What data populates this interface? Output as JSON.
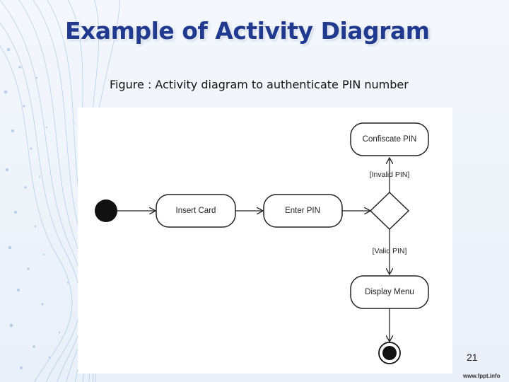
{
  "slide": {
    "title": "Example of Activity Diagram",
    "caption": "Figure : Activity diagram to authenticate PIN number",
    "page_number": "21",
    "footer_url": "www.fppt.info"
  },
  "diagram": {
    "nodes": {
      "insert_card": "Insert Card",
      "enter_pin": "Enter PIN",
      "confiscate_pin": "Confiscate PIN",
      "display_menu": "Display Menu"
    },
    "guards": {
      "invalid": "[Invalid PIN]",
      "valid": "[Valid PIN]"
    }
  },
  "colors": {
    "title": "#1f3a8f",
    "swirl": "#4f86c6",
    "diagram_stroke": "#222222"
  }
}
